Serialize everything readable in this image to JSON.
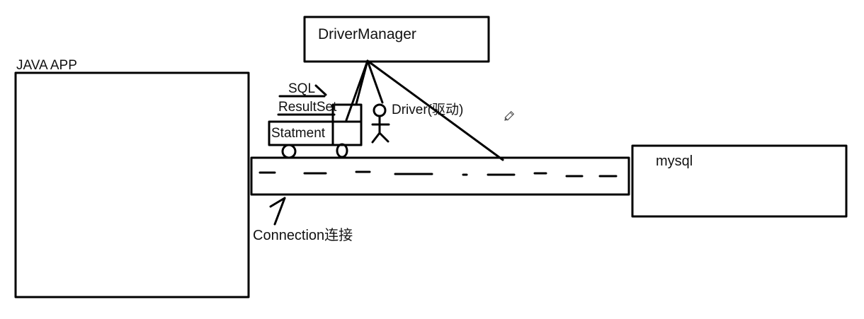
{
  "diagram": {
    "java_app_label": "JAVA APP",
    "driver_manager_label": "DriverManager",
    "mysql_label": "mysql",
    "sql_label": "SQL",
    "resultset_label": "ResultSet",
    "statement_label": "Statment",
    "driver_label": "Driver(驱动)",
    "connection_label": "Connection连接"
  },
  "icons": {
    "pencil": "pencil-icon"
  }
}
